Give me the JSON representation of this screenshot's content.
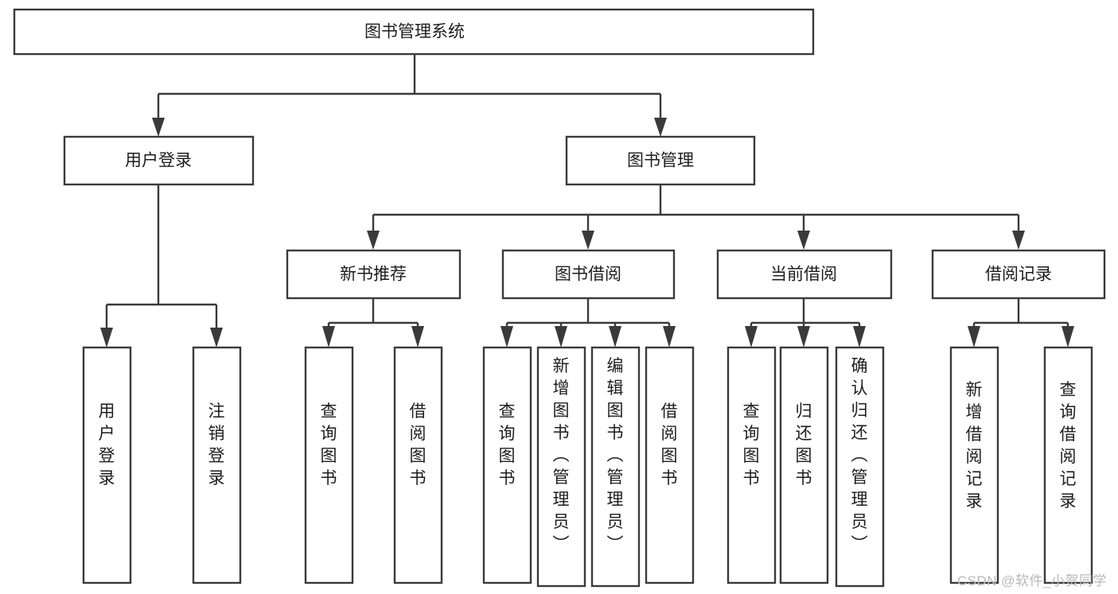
{
  "diagram": {
    "title": "图书管理系统",
    "type": "tree-hierarchy",
    "watermark": "CSDN @软件_小贺同学",
    "colors": {
      "stroke": "#3a3a3a",
      "fill": "#ffffff",
      "text": "#1d1d1d",
      "watermark": "#b9b9b9"
    },
    "nodes": {
      "root": {
        "label": "图书管理系统",
        "level": 0,
        "orientation": "horizontal"
      },
      "l1": [
        {
          "id": "user-login",
          "label": "用户登录",
          "orientation": "horizontal"
        },
        {
          "id": "book-manage",
          "label": "图书管理",
          "orientation": "horizontal"
        }
      ],
      "l2": [
        {
          "id": "new-book-recommend",
          "label": "新书推荐",
          "orientation": "horizontal"
        },
        {
          "id": "book-borrow",
          "label": "图书借阅",
          "orientation": "horizontal"
        },
        {
          "id": "current-borrow",
          "label": "当前借阅",
          "orientation": "horizontal"
        },
        {
          "id": "borrow-record",
          "label": "借阅记录",
          "orientation": "horizontal"
        }
      ],
      "leaves": {
        "user-login": [
          {
            "id": "leaf-user-login",
            "label": "用户登录",
            "orientation": "vertical"
          },
          {
            "id": "leaf-logout",
            "label": "注销登录",
            "orientation": "vertical"
          }
        ],
        "new-book-recommend": [
          {
            "id": "leaf-query-book-1",
            "label": "查询图书",
            "orientation": "vertical"
          },
          {
            "id": "leaf-borrow-book-1",
            "label": "借阅图书",
            "orientation": "vertical"
          }
        ],
        "book-borrow": [
          {
            "id": "leaf-query-book-2",
            "label": "查询图书",
            "orientation": "vertical"
          },
          {
            "id": "leaf-add-book",
            "label": "新增图书（管理员）",
            "orientation": "vertical"
          },
          {
            "id": "leaf-edit-book",
            "label": "编辑图书（管理员）",
            "orientation": "vertical"
          },
          {
            "id": "leaf-borrow-book-2",
            "label": "借阅图书",
            "orientation": "vertical"
          }
        ],
        "current-borrow": [
          {
            "id": "leaf-query-book-3",
            "label": "查询图书",
            "orientation": "vertical"
          },
          {
            "id": "leaf-return-book",
            "label": "归还图书",
            "orientation": "vertical"
          },
          {
            "id": "leaf-confirm-return",
            "label": "确认归还（管理员）",
            "orientation": "vertical"
          }
        ],
        "borrow-record": [
          {
            "id": "leaf-add-record",
            "label": "新增借阅记录",
            "orientation": "vertical"
          },
          {
            "id": "leaf-query-record",
            "label": "查询借阅记录",
            "orientation": "vertical"
          }
        ]
      }
    }
  }
}
